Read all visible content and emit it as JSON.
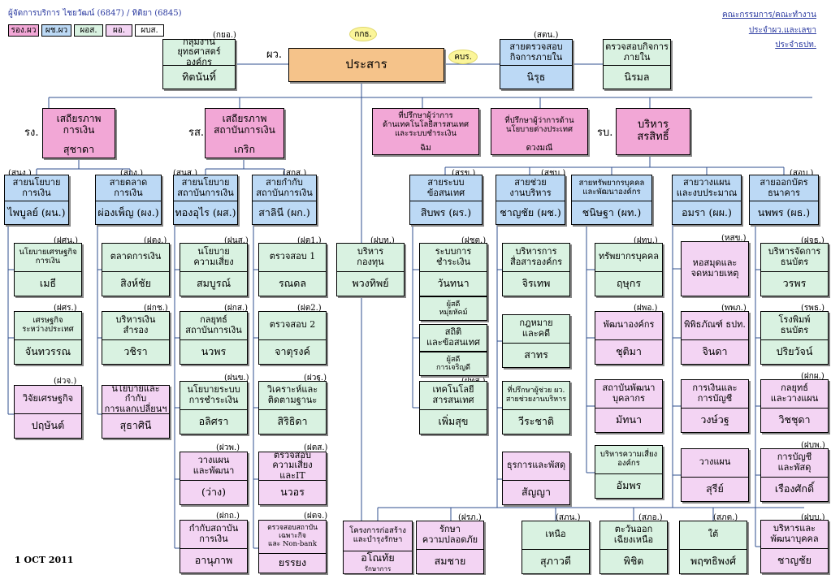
{
  "header": {
    "title": "ผู้จัดการบริการ  ไชยวัฒน์ (6847) / ทิติยา (6845)",
    "links": [
      "คณะกรรมการ/คณะทำงาน",
      "ประจำผว.และเลขา",
      "ประจำธปท."
    ],
    "date": "1  OCT 2011"
  },
  "legend": [
    "รอง.ผว",
    "ผช.ผว",
    "ผอส.",
    "ผอ.",
    "ผบส."
  ],
  "bubbles": [
    "กกธ.",
    "คบร."
  ],
  "side_labels": [
    "ผว.",
    "รง.",
    "รส.",
    "รบ."
  ],
  "codes": {
    "c1": "(กยอ.)",
    "c2": "(สตน.)",
    "c3": "(สนง.)",
    "c4": "(สกง.)",
    "c5": "(สนส.)",
    "c6": "(สกส.)",
    "c7": "(สรข.)",
    "c8": "(สชบ.)",
    "c9": "(สอบ.)",
    "c10": "(ฝศน.)",
    "c11": "(ฝตง.)",
    "c12": "(ฝนส.)",
    "c13": "(ฝต1.)",
    "c14": "(ฝบท.)",
    "c15": "(ฝชต.)",
    "c16": "(ฝทบ.)",
    "c17": "(หสข.)",
    "c18": "(ฝจธ.)",
    "c19": "(ฝศร.)",
    "c20": "(ฝกช.)",
    "c21": "(ฝกส.)",
    "c22": "(ฝต2.)",
    "c23": "(ฝพอ.)",
    "c24": "(พพภ.)",
    "c25": "(รพธ.)",
    "c26": "(ฝวจ.)",
    "c27": "(ฝนข.)",
    "c28": "(ฝวฐ.)",
    "c29": "(ฝทส.)",
    "c30": "(ฝกผ.)",
    "c31": "(ฝวพ.)",
    "c32": "(ฝตส.)",
    "c33": "(ฝบพ.)",
    "c34": "(ฝกถ.)",
    "c35": "(ฝตจ.)",
    "c36": "(ฝรภ.)",
    "c37": "(สภน.)",
    "c38": "(สภอ.)",
    "c39": "(สภต.)",
    "c40": "(ฝบบ.)"
  },
  "nodes": {
    "ceo": {
      "name": "ประสาร"
    },
    "yutthasat": {
      "title": "กลุ่มงานยุทธศาสตร์\nองค์กร",
      "name": "ทิตนันทิ์"
    },
    "audit_it": {
      "title": "สายตรวจสอบ\nกิจการภายใน",
      "name": "นิรุธ"
    },
    "audit_in": {
      "title": "ตรวจสอบกิจการ\nภายใน",
      "name": "นิรมล"
    },
    "dg_fin": {
      "title": "เสถียรภาพ\nการเงิน",
      "name": "สุชาดา"
    },
    "dg_inst": {
      "title": "เสถียรภาพ\nสถาบันการเงิน",
      "name": "เกริก"
    },
    "adv_it": {
      "title": "ที่ปรึกษาผู้ว่าการ\nด้านเทคโนโลยีสารสนเทศ\nและระบบชำระเงิน",
      "name": "ฉิม"
    },
    "adv_int": {
      "title": "ที่ปรึกษาผู้ว่าการด้าน\nนโยบายต่างประเทศ",
      "name": "ดวงมณี"
    },
    "dg_mgmt": {
      "title": "บริหาร\nสรสิทธิ์"
    },
    "s_pol": {
      "title": "สายนโยบาย\nการเงิน",
      "name": "ไพบูลย์ (ผน.)"
    },
    "s_mkt": {
      "title": "สายตลาด\nการเงิน",
      "name": "ผ่องเพ็ญ (ผง.)"
    },
    "s_fipol": {
      "title": "สายนโยบาย\nสถาบันการเงิน",
      "name": "ทองอุไร (ผส.)"
    },
    "s_fisup": {
      "title": "สายกำกับ\nสถาบันการเงิน",
      "name": "สาลินี (ผก.)"
    },
    "s_pay": {
      "title": "สายระบบ\nข้อสนเทศ",
      "name": "สิบพร (ผร.)"
    },
    "s_ops": {
      "title": "สายช่วย\nงานบริหาร",
      "name": "ชาญชัย (ผช.)"
    },
    "s_hr": {
      "title": "สายทรัพยากรบุคคล\nและพัฒนาองค์กร",
      "name": "ชนิษฐา (ผท.)"
    },
    "s_plan": {
      "title": "สายวางแผน\nและงบประมาณ",
      "name": "อมรา (ผผ.)"
    },
    "s_note": {
      "title": "สายออกบัตร\nธนาคาร",
      "name": "นพพร (ผธ.)"
    },
    "d_econ": {
      "title": "นโยบายเศรษฐกิจ\nการเงิน",
      "name": "เมธี"
    },
    "d_intl": {
      "title": "เศรษฐกิจ\nระหว่างประเทศ",
      "name": "จันทวรรณ"
    },
    "d_res": {
      "title": "วิจัยเศรษฐกิจ",
      "name": "ปฤษันต์"
    },
    "d_mkt": {
      "title": "ตลาดการเงิน",
      "name": "สิงห์ชัย"
    },
    "d_res2": {
      "title": "บริหารเงินสำรอง",
      "name": "วชิรา"
    },
    "d_fx": {
      "title": "นโยบายและกำกับ\nการแลกเปลี่ยนฯ",
      "name": "สุธาศินี"
    },
    "d_risk": {
      "title": "นโยบาย\nความเสี่ยง",
      "name": "สมบูรณ์"
    },
    "d_strat": {
      "title": "กลยุทธ์\nสถาบันการเงิน",
      "name": "นวพร"
    },
    "d_paypol": {
      "title": "นโยบายระบบ\nการชำระเงิน",
      "name": "อลิศรา"
    },
    "d_dev": {
      "title": "วางแผน\nและพัฒนา",
      "name": "(ว่าง)"
    },
    "d_fisup": {
      "title": "กำกับสถาบัน\nการเงิน",
      "name": "อานุภาพ"
    },
    "d_ex1": {
      "title": "ตรวจสอบ 1",
      "name": "รณดล"
    },
    "d_ex2": {
      "title": "ตรวจสอบ 2",
      "name": "จาตุรงค์"
    },
    "d_ana": {
      "title": "วิเคราะห์และ\nติดตามฐานะ",
      "name": "สิริธิดา"
    },
    "d_itrisk": {
      "title": "ตรวจสอบ\nความเสี่ยงและIT",
      "name": "นวอร"
    },
    "d_nonbank": {
      "title": "ตรวจสอบสถาบัน\nเฉพาะกิจ\nและ Non-bank",
      "name": "ยรรยง"
    },
    "d_fund": {
      "title": "บริหาร\nกองทุน",
      "name": "พวงทิพย์"
    },
    "d_pay": {
      "title": "ระบบการ\nชำระเงิน",
      "name": "วันทนา"
    },
    "d_pay_sub": {
      "title": "ผู้สดี\nหมุ่ยหัคม์"
    },
    "d_stat": {
      "title": "สถิติ\nและข้อสนเทศ"
    },
    "d_stat_sub": {
      "title": "ผู้สดี\nการเจริญดี"
    },
    "d_it": {
      "title": "เทคโนโลยี\nสารสนเทศ",
      "name": "เพิ่มสุข"
    },
    "d_comm": {
      "title": "บริหารการ\nสื่อสารองค์กร",
      "name": "จิรเทพ"
    },
    "d_law": {
      "title": "กฎหมาย\nและคดี",
      "name": "สาทร"
    },
    "d_adv": {
      "title": "ที่ปรึกษาผู้ช่วย ผว.\nสายช่วยงานบริหาร",
      "name": "วีระชาติ"
    },
    "d_proc": {
      "title": "ธุรการและพัสดุ",
      "name": "สัญญา"
    },
    "d_build": {
      "title": "โครงการก่อสร้าง\nและบำรุงรักษา",
      "name": "อโณทัย"
    },
    "d_build_sub": {
      "title": "รักษาการ"
    },
    "d_sec": {
      "title": "รักษา\nความปลอดภัย",
      "name": "สมชาย"
    },
    "d_hrm": {
      "title": "ทรัพยากรบุคคล",
      "name": "ฤษุกร"
    },
    "d_od": {
      "title": "พัฒนาองค์กร",
      "name": "ชุติมา"
    },
    "d_train": {
      "title": "สถาบันพัฒนา\nบุคลากร",
      "name": "มัทนา"
    },
    "d_erm": {
      "title": "บริหารความเสี่ยง\nองค์กร",
      "name": "อัมพร"
    },
    "d_lib": {
      "title": "หอสมุดและ\nจดหมายเหตุ"
    },
    "d_mus": {
      "title": "พิพิธภัณฑ์ ธปท.",
      "name": "จินดา"
    },
    "d_acc": {
      "title": "การเงินและ\nการบัญชี",
      "name": "วงษ์วฐ"
    },
    "d_plan": {
      "title": "วางแผน",
      "name": "สุรีย์"
    },
    "d_cash": {
      "title": "บริหารจัดการ\nธนบัตร",
      "name": "วรพร"
    },
    "d_print": {
      "title": "โรงพิมพ์\nธนบัตร",
      "name": "ปริยวัจน์"
    },
    "d_nstrat": {
      "title": "กลยุทธ์\nและวางแผน",
      "name": "วิชชุดา"
    },
    "d_nacc": {
      "title": "การบัญชี\nและพัสดุ",
      "name": "เรืองศักดิ์"
    },
    "d_nhr": {
      "title": "บริหารและ\nพัฒนาบุคคล",
      "name": "ชาญชัย"
    },
    "r_north": {
      "title": "เหนือ",
      "name": "สุภาวดี"
    },
    "r_ne": {
      "title": "ตะวันออก\nเฉียงเหนือ",
      "name": "พิชิต"
    },
    "r_south": {
      "title": "ใต้",
      "name": "พฤฑธิพงศ์"
    }
  },
  "colors": {
    "green": "#d9f2e1",
    "blue": "#bcd9f5",
    "pink": "#f2a7d6",
    "lavender": "#f3d4f3",
    "orange": "#f5c38a",
    "bubble": "#fbf59a",
    "line": "#2f4f8f"
  }
}
